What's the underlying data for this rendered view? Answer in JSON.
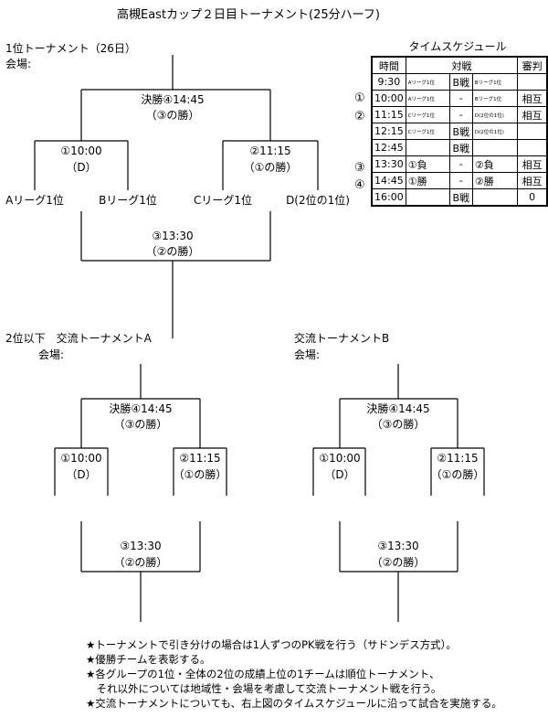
{
  "title": "高槻Eastカップ２日目トーナメント(25分ハーフ)",
  "main_tournament": {
    "heading": "1位トーナメント（26日）",
    "venue_label": "会場:",
    "final": {
      "time": "決勝④14:45",
      "cond": "（③の勝）"
    },
    "match1": {
      "time": "①10:00",
      "cond": "（D）"
    },
    "match2": {
      "time": "②11:15",
      "cond": "（①の勝）"
    },
    "match3": {
      "time": "③13:30",
      "cond": "（②の勝）"
    },
    "teams": [
      "Aリーグ1位",
      "Bリーグ1位",
      "Cリーグ1位",
      "D(2位の1位)"
    ]
  },
  "exchange_a": {
    "heading": "2位以下　交流トーナメントA",
    "venue_label": "会場:",
    "final": {
      "time": "決勝④14:45",
      "cond": "（③の勝）"
    },
    "match1": {
      "time": "①10:00",
      "cond": "（D）"
    },
    "match2": {
      "time": "②11:15",
      "cond": "（①の勝）"
    },
    "match3": {
      "time": "③13:30",
      "cond": "（②の勝）"
    }
  },
  "exchange_b": {
    "heading": "交流トーナメントB",
    "venue_label": "会場:",
    "final": {
      "time": "決勝④14:45",
      "cond": "（③の勝）"
    },
    "match1": {
      "time": "①10:00",
      "cond": "（D）"
    },
    "match2": {
      "time": "②11:15",
      "cond": "（①の勝）"
    },
    "match3": {
      "time": "③13:30",
      "cond": "（②の勝）"
    }
  },
  "schedule": {
    "title": "タイムスケジュール",
    "headers": {
      "time": "時間",
      "match": "対戦",
      "referee": "審判"
    },
    "rows": [
      {
        "num": "",
        "time": "9:30",
        "left": "Aリーグ1位",
        "mid": "B戦",
        "right": "Bリーグ1位",
        "ref": ""
      },
      {
        "num": "①",
        "time": "10:00",
        "left": "Aリーグ1位",
        "mid": "-",
        "right": "Bリーグ1位",
        "ref": "相互"
      },
      {
        "num": "②",
        "time": "11:15",
        "left": "Cリーグ1位",
        "mid": "-",
        "right": "D(2位の1位)",
        "ref": "相互"
      },
      {
        "num": "",
        "time": "12:15",
        "left": "Cリーグ1位",
        "mid": "B戦",
        "right": "D(2位の1位)",
        "ref": ""
      },
      {
        "num": "",
        "time": "12:45",
        "left": "",
        "mid": "B戦",
        "right": "",
        "ref": ""
      },
      {
        "num": "③",
        "time": "13:30",
        "left": "①負",
        "mid": "-",
        "right": "②負",
        "ref": "相互"
      },
      {
        "num": "④",
        "time": "14:45",
        "left": "①勝",
        "mid": "-",
        "right": "②勝",
        "ref": "相互"
      },
      {
        "num": "",
        "time": "16:00",
        "left": "",
        "mid": "B戦",
        "right": "",
        "ref": "0"
      }
    ]
  },
  "notes": [
    "★トーナメントで引き分けの場合は1人ずつのPK戦を行う（サドンデス方式）。",
    "★優勝チームを表彰する。",
    "★各グループの1位・全体の2位の成績上位の1チームは順位トーナメント、",
    "　それ以外については地域性・会場を考慮して交流トーナメント戦を行う。",
    "★交流トーナメントについても、右上図のタイムスケジュールに沿って試合を実施する。"
  ]
}
